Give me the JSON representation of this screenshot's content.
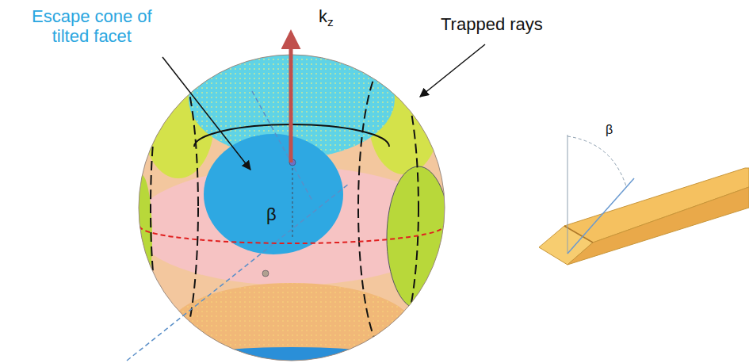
{
  "diagram": {
    "labels": [
      "Escape cone of tilted facet",
      "Trapped rays",
      "kz",
      "β",
      "β"
    ]
  }
}
